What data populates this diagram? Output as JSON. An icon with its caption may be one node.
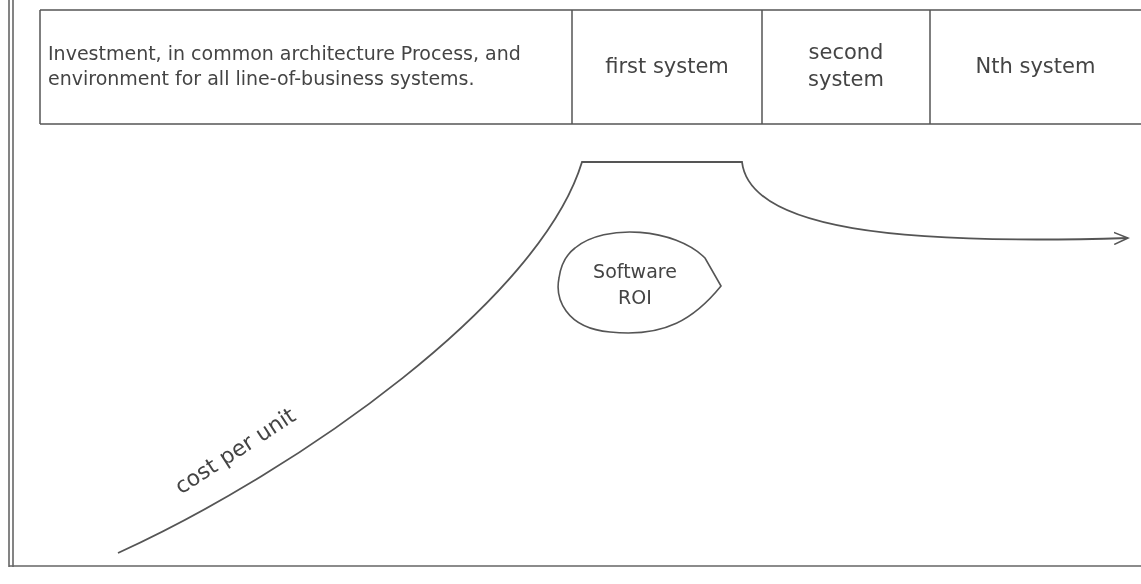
{
  "diagram": {
    "nodes": [
      {
        "text": [
          "Software ROI"
        ]
      }
    ],
    "labels": [
      "Investment, in common architecture Process, and environment for all line-of-business systems.",
      "first system",
      "second system",
      "Nth system",
      "cost per unit"
    ]
  }
}
